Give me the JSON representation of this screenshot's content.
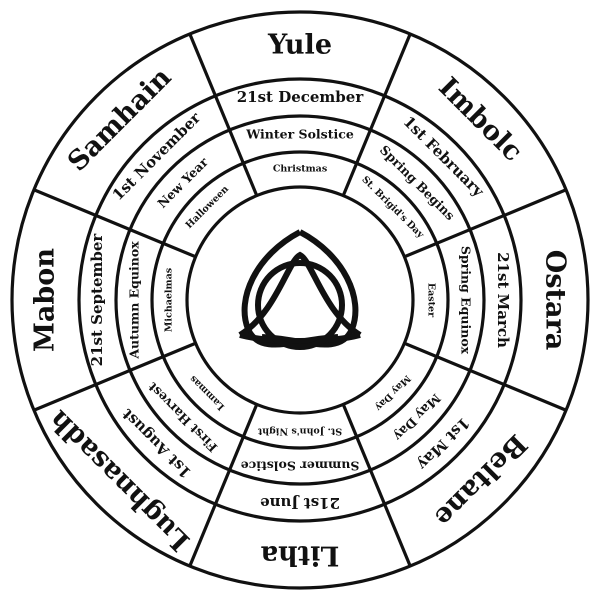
{
  "festivals": [
    {
      "name": "Yule",
      "date": "21st December",
      "alt_name": "Winter Solstice",
      "christian": "Christmas"
    },
    {
      "name": "Imbolc",
      "date": "1st February",
      "alt_name": "Spring Begins",
      "christian": "St. Brigid's Day"
    },
    {
      "name": "Ostara",
      "date": "21st March",
      "alt_name": "Spring Equinox",
      "christian": "Easter"
    },
    {
      "name": "Beltane",
      "date": "1st May",
      "alt_name": "May Day",
      "christian": "May Day"
    },
    {
      "name": "Litha",
      "date": "21st June",
      "alt_name": "Summer Solstice",
      "christian": "St. John's Night"
    },
    {
      "name": "Lughnasadh",
      "date": "1st August",
      "alt_name": "First Harvest",
      "christian": "Lammas"
    },
    {
      "name": "Mabon",
      "date": "21st September",
      "alt_name": "Autumn Equinox",
      "christian": "Michaelmas"
    },
    {
      "name": "Samhain",
      "date": "1st November",
      "alt_name": "New Year",
      "christian": "Halloween"
    }
  ],
  "center_symbol": "triquetra-icon",
  "colors": {
    "ink": "#111111",
    "background": "#ffffff"
  }
}
